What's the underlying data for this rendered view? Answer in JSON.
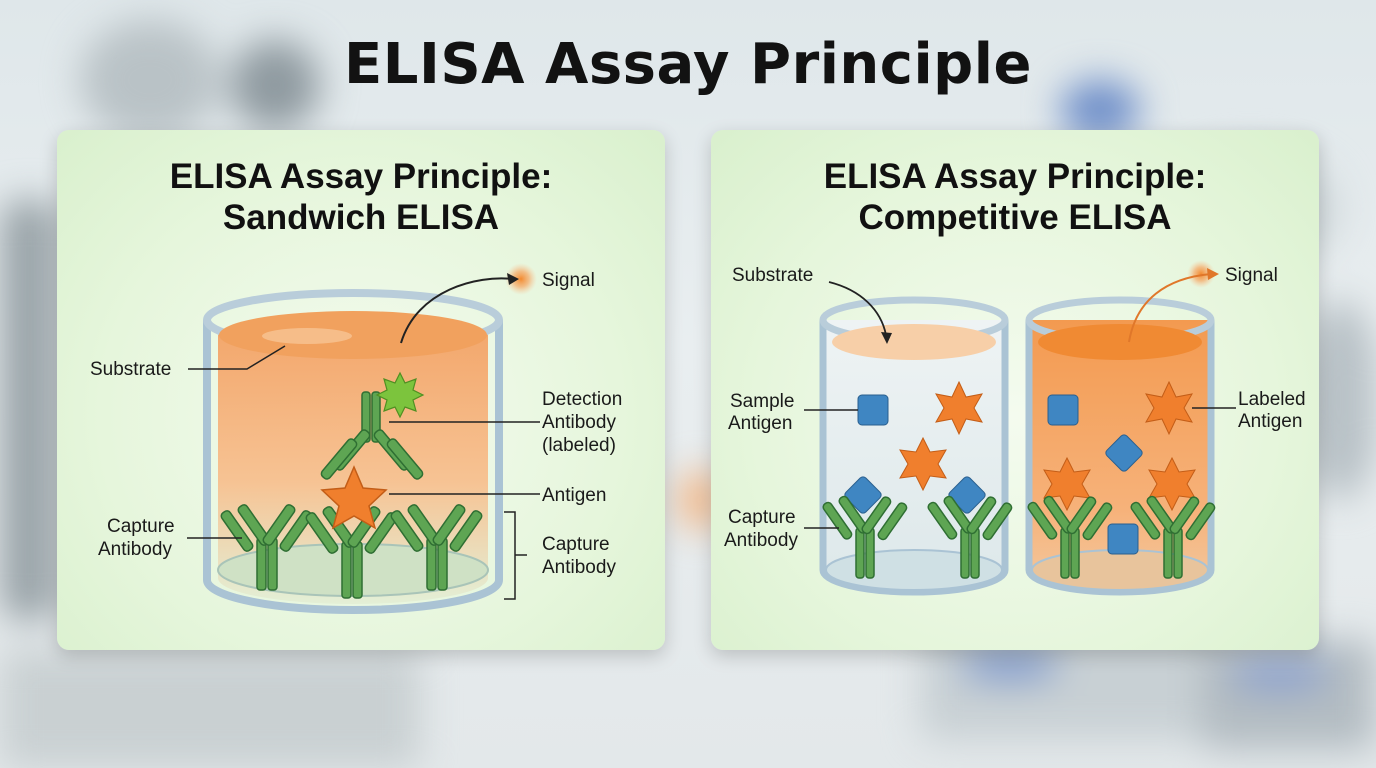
{
  "title": "ELISA Assay Principle",
  "sandwich": {
    "title_line1": "ELISA Assay Principle:",
    "title_line2": "Sandwich ELISA",
    "labels": {
      "signal": "Signal",
      "substrate": "Substrate",
      "detection_1": "Detection",
      "detection_2": "Antibody",
      "detection_3": "(labeled)",
      "antigen": "Antigen",
      "capture_left_1": "Capture",
      "capture_left_2": "Antibody",
      "capture_right_1": "Capture",
      "capture_right_2": "Antibody"
    }
  },
  "competitive": {
    "title_line1": "ELISA Assay Principle:",
    "title_line2": "Competitive ELISA",
    "labels": {
      "substrate": "Substrate",
      "signal": "Signal",
      "sample_antigen_1": "Sample",
      "sample_antigen_2": "Antigen",
      "labeled_antigen_1": "Labeled",
      "labeled_antigen_2": "Antigen",
      "capture_1": "Capture",
      "capture_2": "Antibody"
    }
  },
  "colors": {
    "substrate_orange": "#f49a4e",
    "antibody_green": "#5aa34f",
    "detection_star_green": "#7cc43d",
    "antigen_orange": "#f07f2d",
    "sample_antigen_blue": "#3f86c2",
    "panel_bg": "#e6f6dc"
  }
}
